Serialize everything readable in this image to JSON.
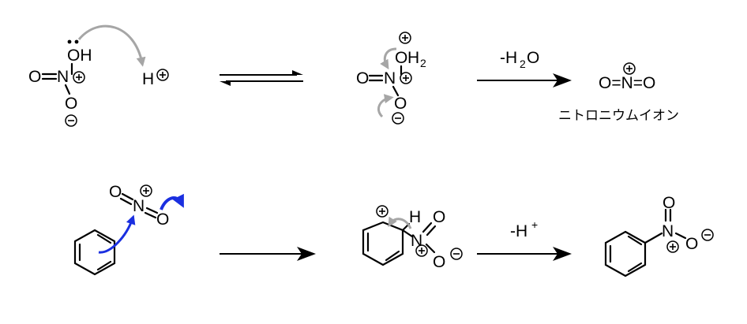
{
  "labels": {
    "nitric_acid_OH": "OH",
    "nitric_acid_O_left": "O",
    "nitric_acid_N": "N",
    "nitric_acid_O_bottom": "O",
    "proton_H": "H",
    "protonated_O": "O",
    "protonated_H2": "H",
    "protonated_H2_sub": "2",
    "protonated_O_left": "O",
    "protonated_N": "N",
    "protonated_O_bottom": "O",
    "loss_water": "-H",
    "loss_water_sub": "2",
    "loss_water_O": "O",
    "nitronium": "O=N=O",
    "nitronium_name": "ニトロニウムイオン",
    "np_O_top": "O",
    "np_N": "N",
    "np_O_bottom": "O",
    "sigma_H": "H",
    "sigma_N": "N",
    "sigma_O_top": "O",
    "sigma_O_bottom": "O",
    "loss_proton": "-H",
    "loss_proton_sup": "+",
    "prod_O_top": "O",
    "prod_N": "N",
    "prod_O_right": "O",
    "plus": "+",
    "minus": "−"
  },
  "colors": {
    "ink": "#000000",
    "grey_arrow": "#a6a6a6",
    "blue_arrow": "#1a2fe0"
  }
}
